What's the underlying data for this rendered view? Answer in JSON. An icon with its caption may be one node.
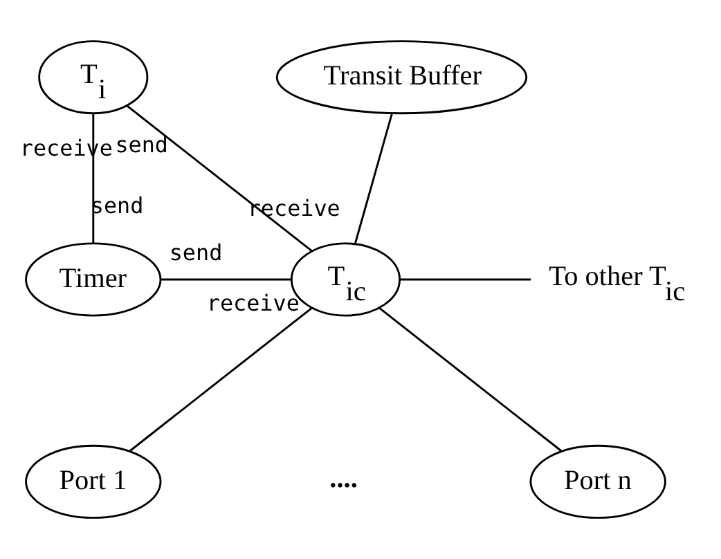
{
  "diagram": {
    "nodes": [
      {
        "text": [
          "T$_{i}$"
        ]
      },
      {
        "text": [
          "Transit Buffer"
        ]
      },
      {
        "text": [
          "Timer"
        ]
      },
      {
        "text": [
          "T$_{ic}$"
        ]
      },
      {
        "text": [
          "Port 1"
        ]
      },
      {
        "text": [
          "Port n"
        ]
      },
      {
        "text": [
          "To other T$_{ic}$"
        ]
      }
    ],
    "edges": [
      {
        "from": 0,
        "to": 3,
        "arrow": "none",
        "label": "send"
      },
      {
        "from": 2,
        "to": 0,
        "arrow": "none",
        "label": "send"
      },
      {
        "from": 2,
        "to": 3,
        "arrow": "none",
        "label": "send"
      },
      {
        "from": 3,
        "to": 1,
        "arrow": "none"
      },
      {
        "from": 3,
        "to": 6,
        "arrow": "none"
      },
      {
        "from": 3,
        "to": 4,
        "arrow": "none"
      },
      {
        "from": 3,
        "to": 5,
        "arrow": "none"
      }
    ],
    "labels": [
      "receive",
      "receive",
      "receive",
      "...."
    ]
  }
}
